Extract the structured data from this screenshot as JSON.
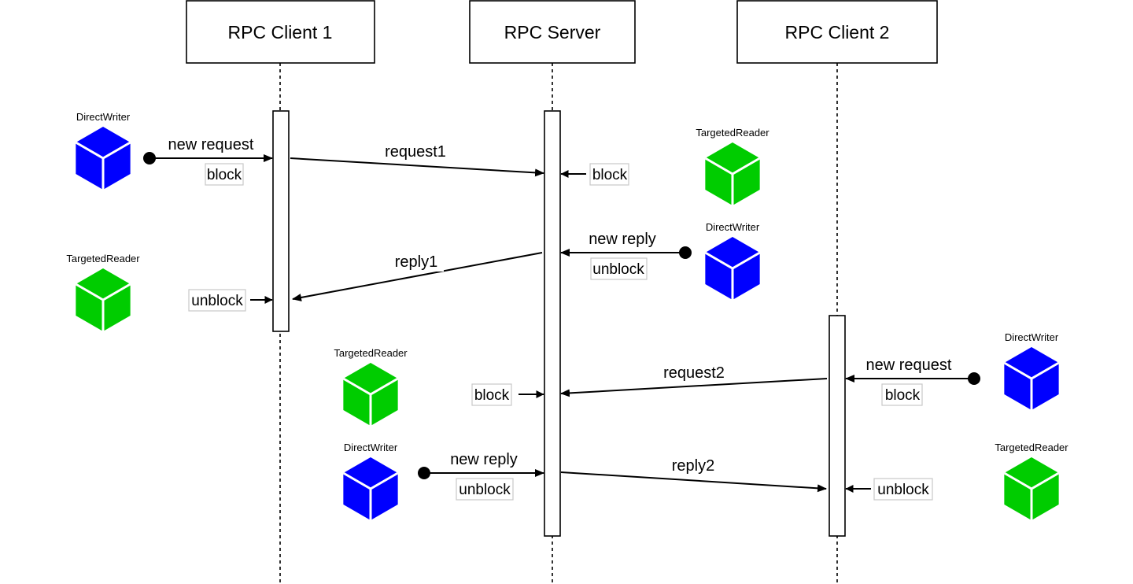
{
  "participants": [
    {
      "id": "client1",
      "label": "RPC Client 1"
    },
    {
      "id": "server",
      "label": "RPC Server"
    },
    {
      "id": "client2",
      "label": "RPC Client 2"
    }
  ],
  "colors": {
    "writer_cube": "#0000ff",
    "reader_cube": "#00cc00",
    "cube_edge": "#ffffff",
    "tag_border": "#c8c8c8",
    "line": "#000000"
  },
  "icons": {
    "direct_writer": "blue-cube-icon",
    "targeted_reader": "green-cube-icon"
  },
  "entities": [
    {
      "kind": "writer",
      "label": "DirectWriter"
    },
    {
      "kind": "reader",
      "label": "TargetedReader"
    },
    {
      "kind": "reader",
      "label": "TargetedReader"
    },
    {
      "kind": "writer",
      "label": "DirectWriter"
    },
    {
      "kind": "reader",
      "label": "TargetedReader"
    },
    {
      "kind": "writer",
      "label": "DirectWriter"
    },
    {
      "kind": "writer",
      "label": "DirectWriter"
    },
    {
      "kind": "reader",
      "label": "TargetedReader"
    }
  ],
  "messages": [
    {
      "label": "new request"
    },
    {
      "label": "request1"
    },
    {
      "label": "new reply"
    },
    {
      "label": "reply1"
    },
    {
      "label": "request2"
    },
    {
      "label": "new request"
    },
    {
      "label": "new reply"
    },
    {
      "label": "reply2"
    }
  ],
  "tags": [
    {
      "label": "block"
    },
    {
      "label": "block"
    },
    {
      "label": "unblock"
    },
    {
      "label": "unblock"
    },
    {
      "label": "block"
    },
    {
      "label": "block"
    },
    {
      "label": "unblock"
    },
    {
      "label": "unblock"
    }
  ]
}
